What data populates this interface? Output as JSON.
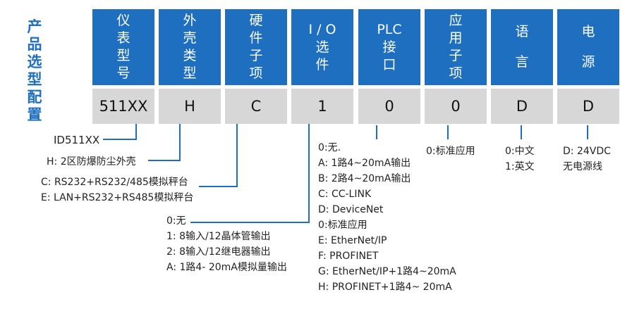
{
  "side_title": [
    "产",
    "品",
    "选",
    "型",
    "配",
    "置"
  ],
  "headers": [
    {
      "lines": [
        "仪",
        "表",
        "型",
        "号"
      ]
    },
    {
      "lines": [
        "外",
        "壳",
        "类",
        "型"
      ]
    },
    {
      "lines": [
        "硬",
        "件",
        "子",
        "项"
      ]
    },
    {
      "lines": [
        "I / O",
        "选",
        "件"
      ]
    },
    {
      "lines": [
        "PLC",
        "接",
        "口"
      ]
    },
    {
      "lines": [
        "应",
        "用",
        "子",
        "项"
      ]
    },
    {
      "lines": [
        "语",
        "言"
      ]
    },
    {
      "lines": [
        "电",
        "源"
      ]
    }
  ],
  "codes": [
    "511XX",
    "H",
    "C",
    "1",
    "0",
    "0",
    "D",
    "D"
  ],
  "descriptions": {
    "model": [
      "ID511XX"
    ],
    "housing": [
      "H: 2区防爆防尘外壳"
    ],
    "hardware": [
      "C: RS232+RS232/485模拟秤台",
      "E: LAN+RS232+RS485模拟秤台"
    ],
    "io": [
      "0:无",
      "1: 8输入/12晶体管输出",
      "2: 8输入/12继电器输出",
      "A: 1路4- 20mA模拟量输出"
    ],
    "plc": [
      "0:无.",
      "A: 1路4~20mA输出",
      "B: 2路4~20mA输出",
      "C: CC-LINK",
      "D: DeviceNet",
      "0:标准应用",
      "E: EtherNet/IP",
      "F: PROFINET",
      "G: EtherNet/IP+1路4~20mA",
      "H: PROFINET+1路4~ 20mA"
    ],
    "app": [
      "0:标准应用"
    ],
    "language": [
      "0:中文",
      "1:英文"
    ],
    "power": [
      "D: 24VDC",
      "无电源线"
    ]
  },
  "colors": {
    "header_bg": "#1e6fc0",
    "code_bg": "#d7d7d7",
    "connector": "#1e6fc0"
  }
}
